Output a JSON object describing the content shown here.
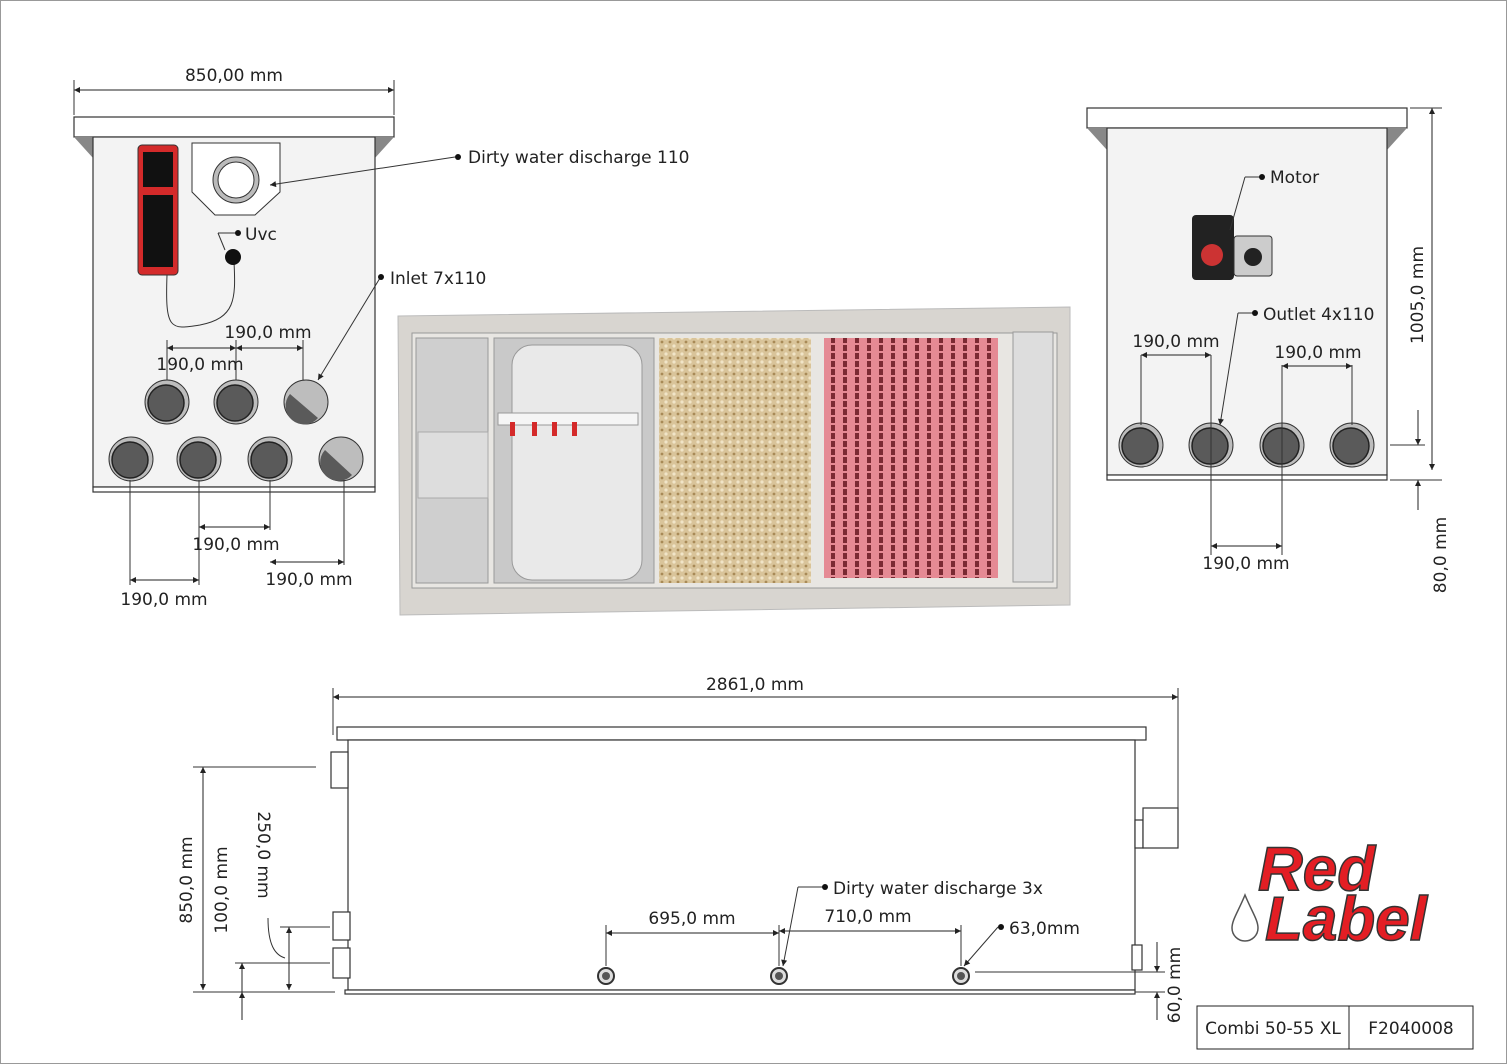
{
  "dimensions": {
    "front_width": "850,00 mm",
    "inlet_spacing_a": "190,0 mm",
    "inlet_spacing_b": "190,0 mm",
    "bottom_spacing_a": "190,0 mm",
    "bottom_spacing_b": "190,0 mm",
    "bottom_spacing_c": "190,0 mm",
    "right_height": "1005,0 mm",
    "right_base": "80,0 mm",
    "outlet_spacing_a": "190,0 mm",
    "outlet_spacing_b": "190,0 mm",
    "outlet_spacing_c": "190,0 mm",
    "total_length": "2861,0 mm",
    "side_height": "850,0 mm",
    "inlet_height_a": "250,0 mm",
    "inlet_height_b": "100,0 mm",
    "drain_spacing_a": "695,0 mm",
    "drain_spacing_b": "710,0 mm",
    "drain_diameter": "63,0mm",
    "outlet_height": "60,0 mm"
  },
  "labels": {
    "dirty_water_discharge": "Dirty water discharge 110",
    "uvc": "Uvc",
    "inlet": "Inlet 7x110",
    "motor": "Motor",
    "outlet": "Outlet 4x110",
    "dirty_water_discharge_3x": "Dirty water discharge 3x"
  },
  "logo": {
    "line1": "Red",
    "line2": "Label"
  },
  "title_block": {
    "model": "Combi 50-55 XL",
    "code": "F2040008"
  },
  "colors": {
    "brand_red": "#e31e24",
    "pipe": "#5a5a5a"
  }
}
